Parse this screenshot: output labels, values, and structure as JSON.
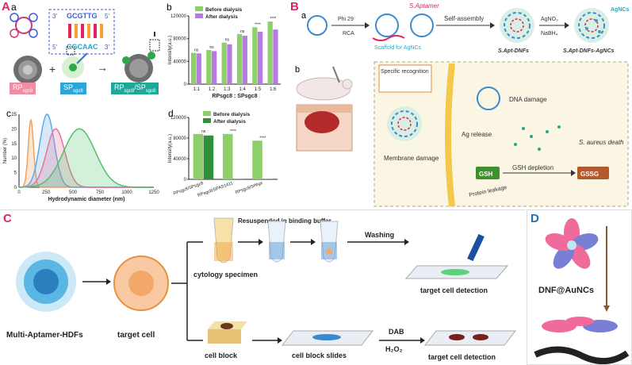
{
  "panels": {
    "A": {
      "letter": "A",
      "sub_a": "a",
      "sub_b": "b",
      "sub_c": "c",
      "sub_d": "d",
      "seq_top": "GCGTTG",
      "seq_bottom": "CGCAAC",
      "tag_rp": "RP",
      "tag_rp_sub": "sgc8",
      "tag_sp": "SP",
      "tag_sp_sub": "sgc8",
      "tag_rpsp": "RP",
      "tag_rpsp_sub": "sgc8",
      "tag_rpsp_mid": "/SP",
      "tag_rpsp_sub2": "sgc8"
    },
    "B": {
      "letter": "B",
      "sub_a": "a",
      "sub_b": "b",
      "phi29": "Phi 29",
      "rca": "RCA",
      "scaffold": "Scaffold for AgNCs",
      "saptamer": "S.Aptamer",
      "self_assembly": "Self-assembly",
      "agno3": "AgNO₃",
      "nabh4": "NaBH₄",
      "agncs": "AgNCs",
      "dnfs": "S.Apt-DNFs",
      "dnfs_agncs": "S.Apt-DNFs-AgNCs",
      "specific": "Specific recognition",
      "dna_damage": "DNA damage",
      "ag_release": "Ag release",
      "saureus_death": "S. aureus death",
      "gsh": "GSH",
      "gsh_depletion": "GSH depletion",
      "gssg": "GSSG",
      "membrane": "Membrane damage",
      "protein": "Protein leakage"
    },
    "C": {
      "letter": "C",
      "multi": "Multi-Aptamer-HDFs",
      "target_cell": "target cell",
      "resuspended": "Resuspended in binding buffer",
      "washing": "Washing",
      "cytology": "cytology specimen",
      "detection1": "target cell detection",
      "cell_block": "cell block",
      "slides": "cell block slides",
      "dab": "DAB",
      "h2o2": "H₂O₂",
      "detection2": "target cell detection"
    },
    "D": {
      "letter": "D",
      "label": "DNF@AuNCs"
    }
  },
  "chart_data": [
    {
      "type": "bar",
      "ylabel": "Intensity(a.u.)",
      "xlabel": "RPsgc8 : SPsgc8",
      "categories": [
        "1:1",
        "1:2",
        "1:3",
        "1:4",
        "1:5",
        "1:6"
      ],
      "series": [
        {
          "name": "Before dialysis",
          "values": [
            55000,
            60000,
            73000,
            88000,
            100000,
            110000
          ],
          "color": "#8ccf6b"
        },
        {
          "name": "After dialysis",
          "values": [
            54000,
            58000,
            70000,
            85000,
            92000,
            96000
          ],
          "color": "#b57be0"
        }
      ],
      "significance": [
        "ns",
        "ns",
        "ns",
        "ns",
        "****",
        "****"
      ],
      "yticks": [
        "0",
        "40000",
        "80000",
        "120000"
      ],
      "ylim": [
        0,
        120000
      ]
    },
    {
      "type": "line",
      "ylabel": "Number (%)",
      "xlabel": "Hydrodynamic diameter (nm)",
      "xticks": [
        "0",
        "250",
        "500",
        "750",
        "1000",
        "1250"
      ],
      "yticks": [
        "0",
        "5",
        "10",
        "15",
        "20",
        "25"
      ],
      "xlim": [
        0,
        1250
      ],
      "ylim": [
        0,
        25
      ],
      "series": [
        {
          "color": "#f2a15c",
          "peak_x": 110,
          "peak_y": 23,
          "width": 35
        },
        {
          "color": "#5fa8e8",
          "peak_x": 260,
          "peak_y": 25,
          "width": 95
        },
        {
          "color": "#e9739d",
          "peak_x": 340,
          "peak_y": 20,
          "width": 120
        },
        {
          "color": "#4fc26a",
          "peak_x": 560,
          "peak_y": 20,
          "width": 210
        }
      ]
    },
    {
      "type": "bar",
      "ylabel": "Intensity(a.u.)",
      "categories": [
        "RPsgc8/SPsgc8",
        "RPsgc8/SPAS1411",
        "RPsgc8/SPApt"
      ],
      "series": [
        {
          "name": "Before dialysis",
          "values": [
            88000,
            88000,
            75000
          ],
          "color": "#8ccf6b"
        },
        {
          "name": "After dialysis",
          "values": [
            85000,
            500,
            500
          ],
          "color": "#2f8f3a"
        }
      ],
      "significance": [
        "ns",
        "****",
        "****"
      ],
      "yticks": [
        "0",
        "40000",
        "80000",
        "120000"
      ],
      "ylim": [
        0,
        120000
      ]
    }
  ]
}
